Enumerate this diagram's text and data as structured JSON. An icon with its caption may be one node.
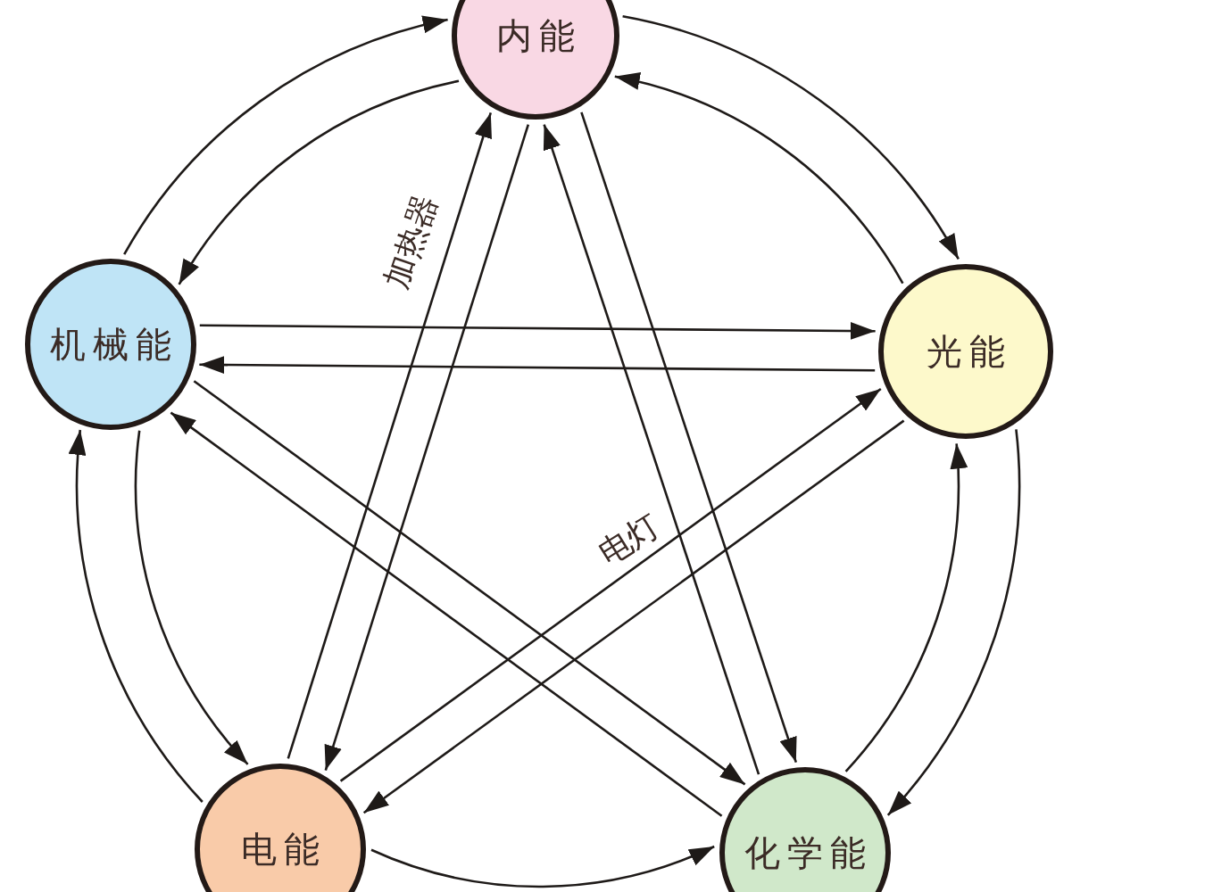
{
  "diagram": {
    "nodes": [
      {
        "text": [
          "内能"
        ]
      },
      {
        "text": [
          "机械能"
        ]
      },
      {
        "text": [
          "光能"
        ]
      },
      {
        "text": [
          "电能"
        ]
      },
      {
        "text": [
          "化学能"
        ]
      }
    ],
    "edges": [
      {
        "from": 1,
        "to": 0,
        "arrow": "to"
      },
      {
        "from": 0,
        "to": 1,
        "arrow": "to"
      },
      {
        "from": 0,
        "to": 2,
        "arrow": "to"
      },
      {
        "from": 2,
        "to": 0,
        "arrow": "to"
      },
      {
        "from": 2,
        "to": 4,
        "arrow": "to"
      },
      {
        "from": 4,
        "to": 2,
        "arrow": "to"
      },
      {
        "from": 3,
        "to": 4,
        "arrow": "to"
      },
      {
        "from": 3,
        "to": 1,
        "arrow": "to"
      },
      {
        "from": 1,
        "to": 3,
        "arrow": "to"
      },
      {
        "from": 1,
        "to": 2,
        "arrow": "to"
      },
      {
        "from": 2,
        "to": 1,
        "arrow": "to"
      },
      {
        "from": 3,
        "to": 0,
        "arrow": "to",
        "label": "加热器"
      },
      {
        "from": 0,
        "to": 3,
        "arrow": "to"
      },
      {
        "from": 0,
        "to": 4,
        "arrow": "to"
      },
      {
        "from": 4,
        "to": 0,
        "arrow": "to"
      },
      {
        "from": 3,
        "to": 2,
        "arrow": "to",
        "label": "电灯"
      },
      {
        "from": 2,
        "to": 3,
        "arrow": "to"
      },
      {
        "from": 1,
        "to": 4,
        "arrow": "to"
      },
      {
        "from": 4,
        "to": 1,
        "arrow": "to"
      }
    ]
  }
}
